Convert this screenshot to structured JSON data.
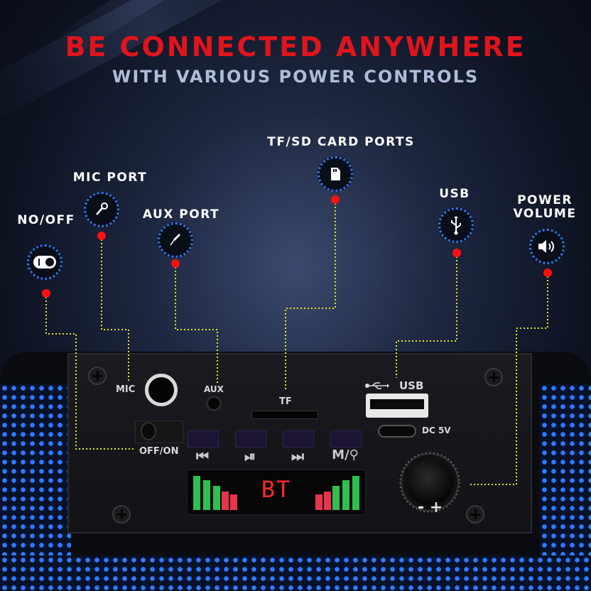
{
  "headline": "BE CONNECTED ANYWHERE",
  "subheadline": "WITH VARIOUS POWER CONTROLS",
  "callouts": {
    "tf_label": "TF/SD CARD PORTS",
    "mic_label": "MIC PORT",
    "aux_label": "AUX PORT",
    "power_label": "NO/OFF",
    "usb_label": "USB",
    "volume_label_line1": "POWER",
    "volume_label_line2": "VOLUME"
  },
  "panel": {
    "mic": "MIC",
    "aux": "AUX",
    "tf": "TF",
    "usb": "USB",
    "dc": "DC 5V",
    "offon": "OFF/ON",
    "knob_marks": "- +",
    "display_text": "BT",
    "buttons": [
      "⏮",
      "⏯",
      "⏭",
      "M/⚲"
    ]
  },
  "colors": {
    "headline": "#e0141c",
    "subheadline": "#aebdd8",
    "leader_line": "#e6e21a",
    "dot": "#ff1010",
    "grille": "#2f7bff"
  },
  "icons": [
    "toggle-icon",
    "microphone-icon",
    "aux-jack-icon",
    "sd-card-icon",
    "usb-icon",
    "speaker-volume-icon"
  ]
}
